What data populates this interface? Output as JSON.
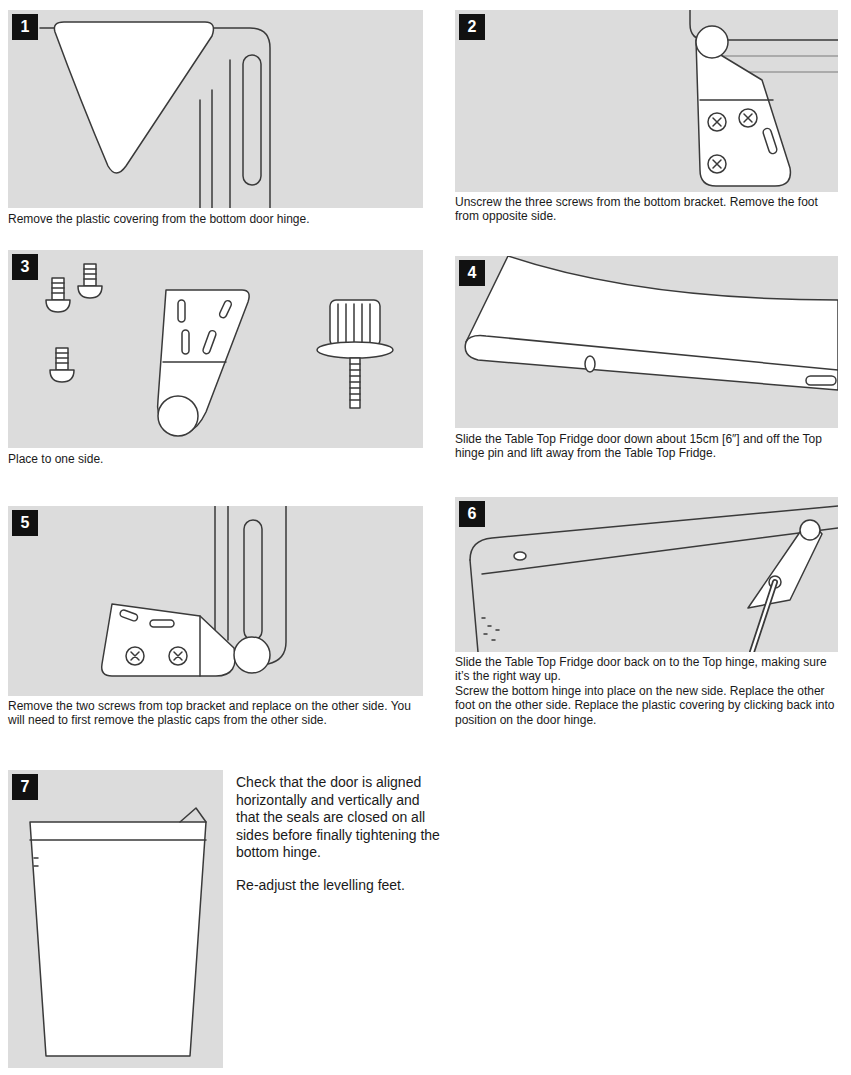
{
  "diagram": {
    "nodes": [
      {
        "text": [
          "Remove the plastic covering from the bottom door hinge."
        ]
      },
      {
        "text": [
          "1"
        ],
        "in": 0
      },
      {
        "text": [
          "Unscrew the three screws from the bottom bracket. Remove the foot from opposite side."
        ]
      },
      {
        "text": [
          "2"
        ],
        "in": 2
      },
      {
        "text": [
          "Place to one side."
        ]
      },
      {
        "text": [
          "3"
        ],
        "in": 4
      },
      {
        "text": [
          "Slide the Table Top Fridge door down about 15cm [6″] and off the Top hinge pin and lift away from the Table Top Fridge."
        ]
      },
      {
        "text": [
          "4"
        ],
        "in": 6
      },
      {
        "text": [
          "Remove the two screws from top bracket and replace on the other side. You will need to first remove the plastic caps from the other side."
        ]
      },
      {
        "text": [
          "5"
        ],
        "in": 8
      },
      {
        "text": [
          "Slide the Table Top Fridge door back on to the Top hinge, making sure it’s the right way up.",
          "Screw the bottom hinge into place on the new side. Replace the other foot on the other side. Replace the plastic covering by clicking back into position on the door hinge."
        ]
      },
      {
        "text": [
          "6"
        ],
        "in": 10
      },
      {
        "text": [
          "Check that the door is aligned horizontally and vertically and that the seals are closed on all sides before finally tightening the bottom hinge.",
          "Re-adjust the levelling feet."
        ]
      },
      {
        "text": [
          "7"
        ],
        "in": 12
      }
    ]
  }
}
